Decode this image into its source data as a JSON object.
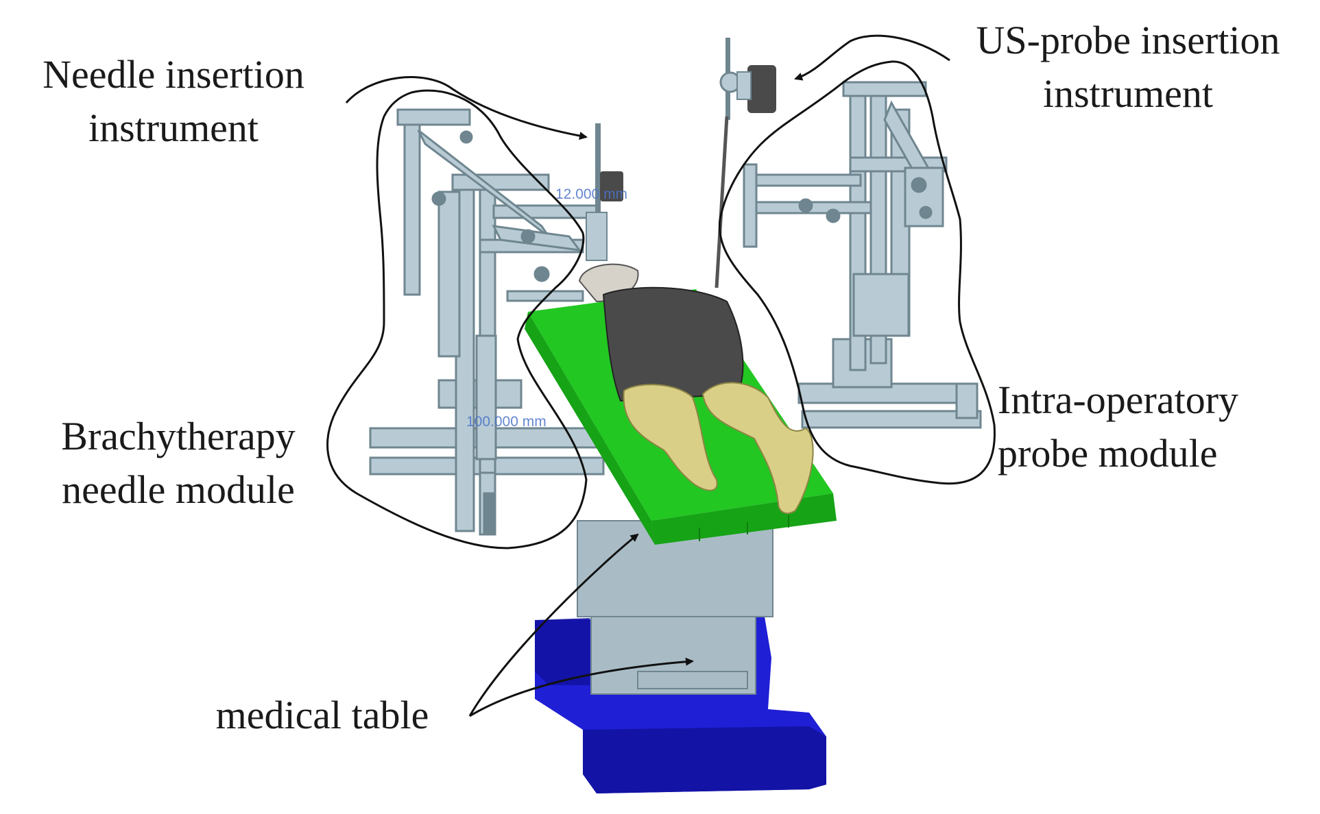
{
  "labels": {
    "needle_instrument": [
      "Needle insertion",
      "instrument"
    ],
    "us_probe_instrument": [
      "US-probe insertion",
      "instrument"
    ],
    "brachy_module": [
      "Brachytherapy",
      "needle module"
    ],
    "probe_module": [
      "Intra-operatory",
      "probe module"
    ],
    "medical_table": "medical table"
  },
  "dimensions": {
    "needle_dim": "12.000 mm",
    "table_dim": "100.000 mm"
  },
  "colors": {
    "mattress": "#22c722",
    "mattress_dark": "#16a316",
    "base": "#1f1fd6",
    "base_dark": "#1212a0",
    "pedestal": "#a9bcc6",
    "frame": "#b8cbd4",
    "frame_dark": "#6f8690",
    "legs": "#d9cf86",
    "torso": "#4a4a4a",
    "outline": "#111111"
  }
}
